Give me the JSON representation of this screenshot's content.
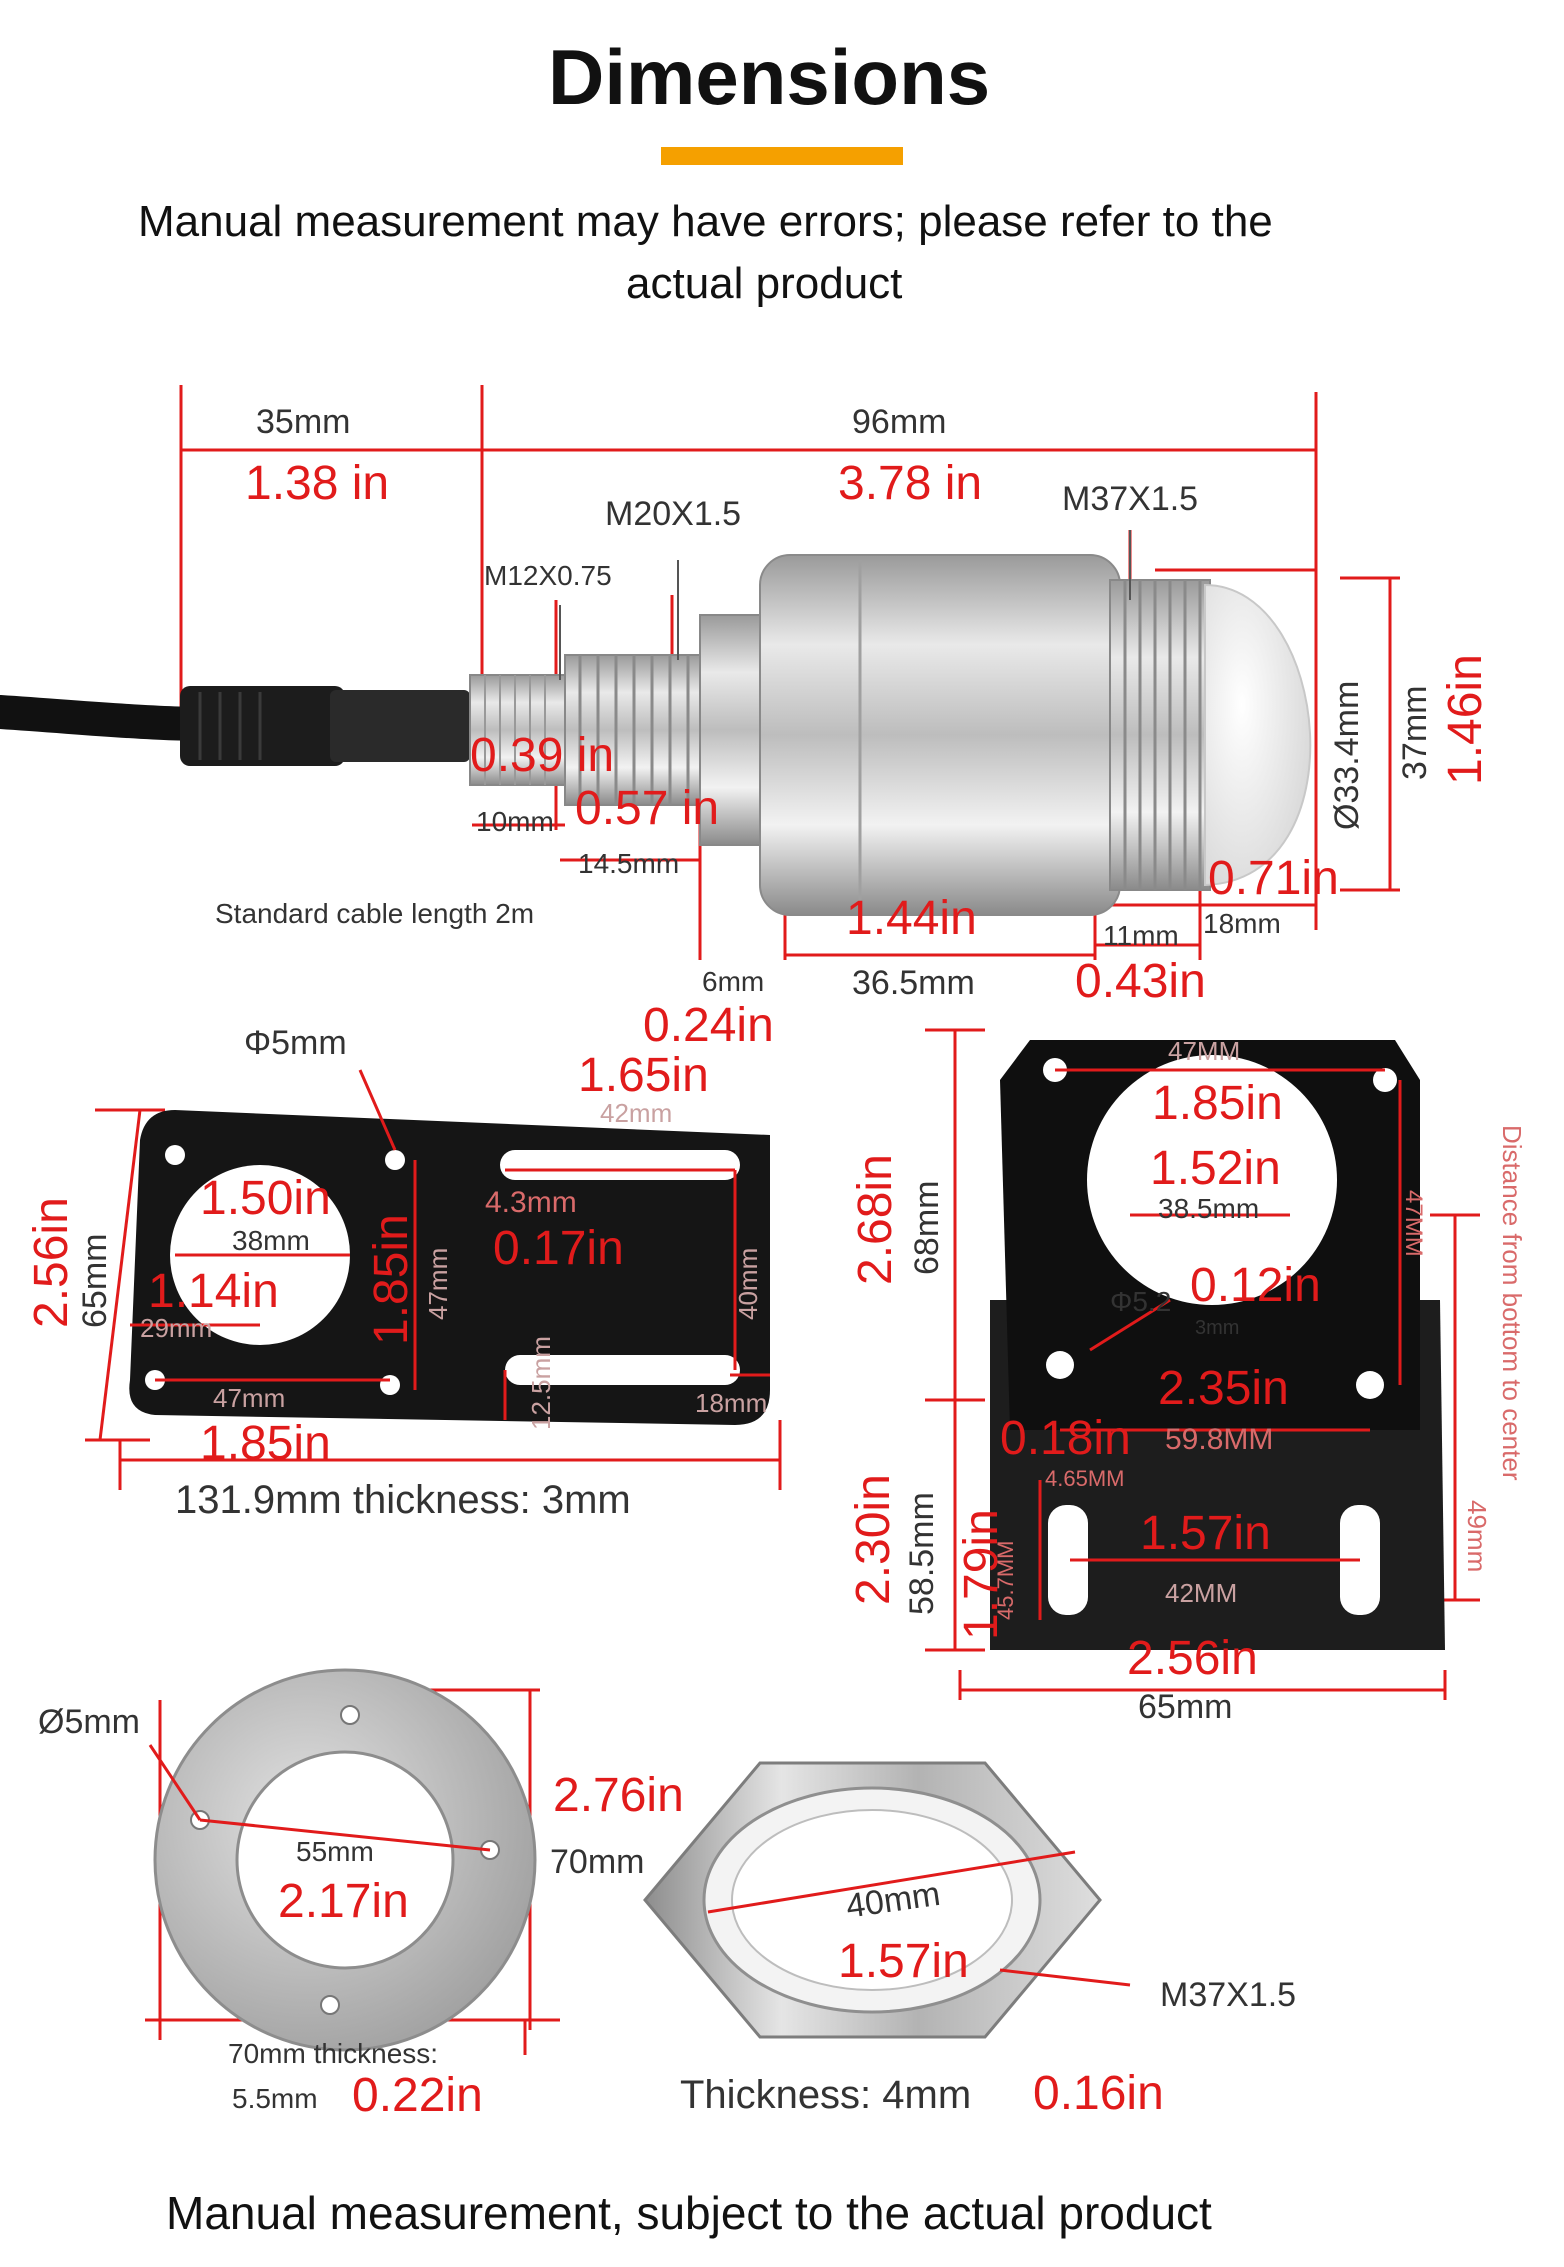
{
  "header": {
    "title": "Dimensions",
    "accent_color": "#f5a000",
    "subtitle_line1": "Manual measurement may have errors; please refer to the",
    "subtitle_line2": "actual product"
  },
  "sensor": {
    "len_35": "35mm",
    "len_35_in": "1.38 in",
    "len_96": "96mm",
    "len_96_in": "3.78 in",
    "thread_m20": "M20X1.5",
    "thread_m37": "M37X1.5",
    "thread_m12": "M12X0.75",
    "d_10": "10mm",
    "d_10_in": "0.39 in",
    "d_145": "14.5mm",
    "d_145_in": "0.57 in",
    "cable": "Standard cable length 2m",
    "d_6": "6mm",
    "d_6_in": "0.24in",
    "d_365": "36.5mm",
    "d_365_in": "1.44in",
    "d_11": "11mm",
    "d_11_in": "0.43in",
    "d_18": "18mm",
    "d_18_in": "0.71in",
    "dia_334": "Ø33.4mm",
    "d_37": "37mm",
    "d_37_in": "1.46in"
  },
  "flat_bracket": {
    "phi5": "Φ5mm",
    "slot_42_in": "1.65in",
    "slot_42": "42mm",
    "slot_43": "4.3mm",
    "slot_43_in": "0.17in",
    "hole_38": "38mm",
    "hole_38_in": "1.50in",
    "d_29_in": "1.14in",
    "d_29": "29mm",
    "h_47": "47mm",
    "h_47_in": "1.85in",
    "d_40": "40mm",
    "w_47": "47mm",
    "w_47_in": "1.85in",
    "h_65": "65mm",
    "h_65_in": "2.56in",
    "d_125": "12.5mm",
    "d_18": "18mm",
    "bottom": "131.9mm thickness: 3mm"
  },
  "l_bracket": {
    "top_47": "47MM",
    "top_47_in": "1.85in",
    "hole_385_in": "1.52in",
    "hole_385": "38.5mm",
    "phi52": "Φ5.2",
    "d_3": "3mm",
    "d_3_in": "0.12in",
    "h_68": "68mm",
    "h_68_in": "2.68in",
    "d_598": "59.8MM",
    "d_598_in": "2.35in",
    "d_465": "4.65MM",
    "d_465_in": "0.18in",
    "slot_42": "42MM",
    "slot_42_in": "1.57in",
    "h_457": "45.7MM",
    "h_457_in": "1.79in",
    "h_585": "58.5mm",
    "h_585_in": "2.30in",
    "w_65": "65mm",
    "w_65_in": "2.56in",
    "side_47": "47MM",
    "side_note": "Distance from bottom to center",
    "side_49": "49mm"
  },
  "flange": {
    "phi5": "Ø5mm",
    "d_55": "55mm",
    "d_55_in": "2.17in",
    "d_70": "70mm",
    "d_70_in": "2.76in",
    "bottom1": "70mm thickness:",
    "bottom2": "5.5mm",
    "bottom2_in": "0.22in"
  },
  "nut": {
    "d_40": "40mm",
    "d_40_in": "1.57in",
    "thread": "M37X1.5",
    "thickness": "Thickness: 4mm",
    "thickness_in": "0.16in"
  },
  "footer": "Manual measurement, subject to the actual product"
}
